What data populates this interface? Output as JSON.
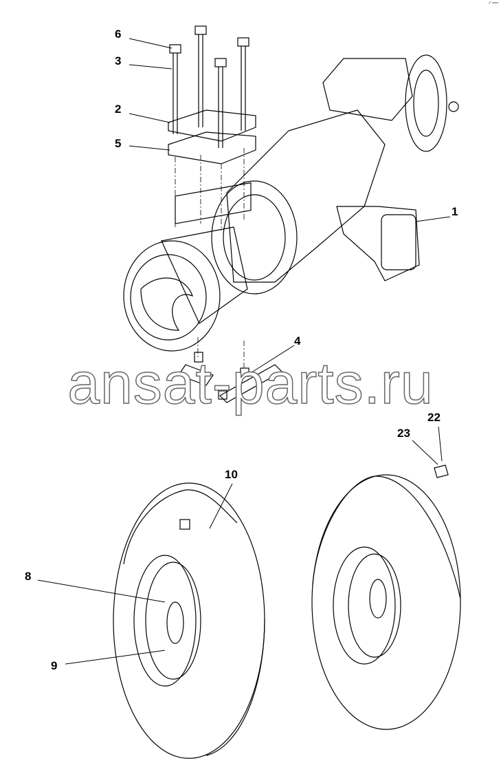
{
  "diagram": {
    "corner_mark": "r″ ===",
    "watermark": "ansat-parts.ru",
    "callouts": [
      {
        "id": "6",
        "label": "6"
      },
      {
        "id": "3",
        "label": "3"
      },
      {
        "id": "2",
        "label": "2"
      },
      {
        "id": "5",
        "label": "5"
      },
      {
        "id": "1",
        "label": "1"
      },
      {
        "id": "4",
        "label": "4"
      },
      {
        "id": "10",
        "label": "10"
      },
      {
        "id": "8",
        "label": "8"
      },
      {
        "id": "9",
        "label": "9"
      },
      {
        "id": "23",
        "label": "23"
      },
      {
        "id": "22",
        "label": "22"
      }
    ]
  }
}
